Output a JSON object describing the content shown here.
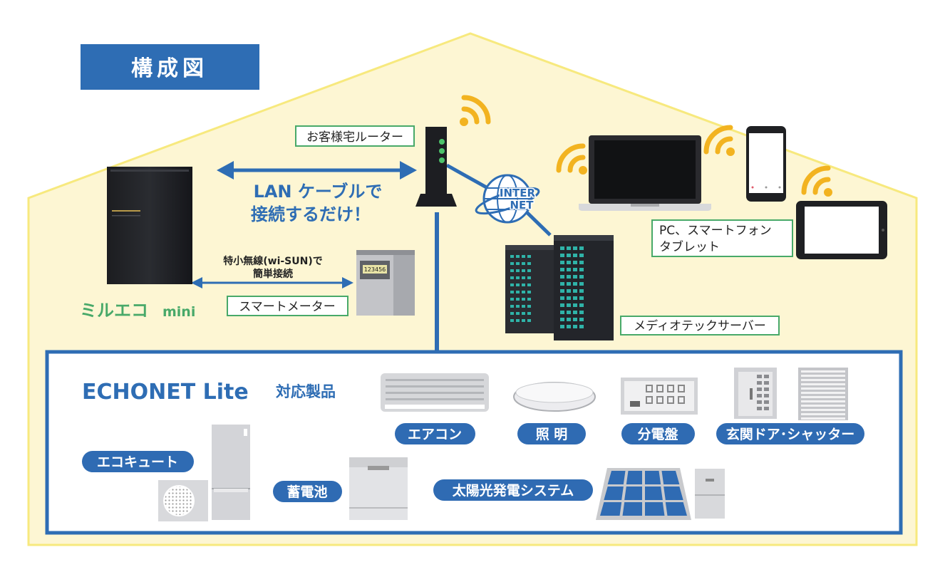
{
  "title_badge": "構成図",
  "labels": {
    "router": "お客様宅ルーター",
    "lan_line1": "LAN ケーブルで",
    "lan_line2": "接続するだけ！",
    "wisun_line1": "特小無線(wi-SUN)で",
    "wisun_line2": "簡単接続",
    "smart_meter": "スマートメーター",
    "server": "メディオテックサーバー",
    "devices_line1": "PC、スマートフォン",
    "devices_line2": "タブレット",
    "internet_line1": "INTER",
    "internet_line2": "NET",
    "milueco": "ミルエコ",
    "milueco_suffix": "mini",
    "meter_display": "123456"
  },
  "echonet": {
    "title": "ECHONET Lite",
    "title_suffix": "対応製品",
    "products": {
      "aircon": "エアコン",
      "lighting": "照 明",
      "breaker": "分電盤",
      "door_shutter": "玄関ドア･シャッター",
      "ecocute": "エコキュート",
      "battery": "蓄電池",
      "solar": "太陽光発電システム"
    }
  },
  "colors": {
    "house_fill": "#fdf6d3",
    "house_stroke": "#f7e97e",
    "blue": "#2e6db4",
    "pill": "#2f6bb3",
    "green": "#48a969",
    "wifi": "#f2b320",
    "server_dark": "#2a2c31",
    "led_teal": "#2fb3a8"
  }
}
